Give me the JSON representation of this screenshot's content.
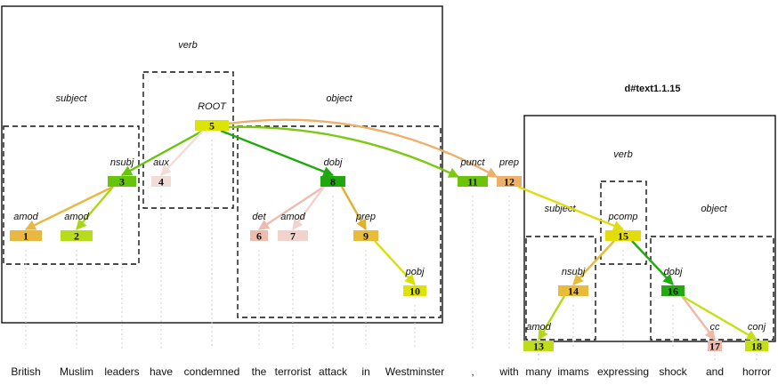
{
  "sentence_title": "d#text1.1.15",
  "words": [
    "British",
    "Muslim",
    "leaders",
    "have",
    "condemned",
    "the",
    "terrorist",
    "attack",
    "in",
    "Westminster",
    ",",
    "with",
    "many",
    "imams",
    "expressing",
    "shock",
    "and",
    "horror"
  ],
  "nodes": [
    {
      "id": 1,
      "label": "1",
      "rel": "amod",
      "color": "#e8b840"
    },
    {
      "id": 2,
      "label": "2",
      "rel": "amod",
      "color": "#b8dc1c"
    },
    {
      "id": 3,
      "label": "3",
      "rel": "nsubj",
      "color": "#66c40a"
    },
    {
      "id": 4,
      "label": "4",
      "rel": "aux",
      "color": "#f2dcd8"
    },
    {
      "id": 5,
      "label": "5",
      "rel": "ROOT",
      "color": "#dce406"
    },
    {
      "id": 6,
      "label": "6",
      "rel": "det",
      "color": "#eebcae"
    },
    {
      "id": 7,
      "label": "7",
      "rel": "amod",
      "color": "#f2d2cc"
    },
    {
      "id": 8,
      "label": "8",
      "rel": "dobj",
      "color": "#1ea80e"
    },
    {
      "id": 9,
      "label": "9",
      "rel": "prep",
      "color": "#e8bc38"
    },
    {
      "id": 10,
      "label": "10",
      "rel": "pobj",
      "color": "#dce406"
    },
    {
      "id": 11,
      "label": "11",
      "rel": "punct",
      "color": "#6cc40a"
    },
    {
      "id": 12,
      "label": "12",
      "rel": "prep",
      "color": "#ecb06a"
    },
    {
      "id": 13,
      "label": "13",
      "rel": "amod",
      "color": "#bedc1a"
    },
    {
      "id": 14,
      "label": "14",
      "rel": "nsubj",
      "color": "#e8bc36"
    },
    {
      "id": 15,
      "label": "15",
      "rel": "pcomp",
      "color": "#e4dc0a"
    },
    {
      "id": 16,
      "label": "16",
      "rel": "dobj",
      "color": "#22aa10"
    },
    {
      "id": 17,
      "label": "17",
      "rel": "cc",
      "color": "#efb8a8"
    },
    {
      "id": 18,
      "label": "18",
      "rel": "conj",
      "color": "#c4e012"
    }
  ],
  "edges": [
    {
      "from": 5,
      "to": 3,
      "color": "#66c40a"
    },
    {
      "from": 5,
      "to": 4,
      "color": "#f2dcd8"
    },
    {
      "from": 5,
      "to": 8,
      "color": "#1ea80e"
    },
    {
      "from": 5,
      "to": 11,
      "color": "#7cc812"
    },
    {
      "from": 5,
      "to": 12,
      "color": "#ecb06a"
    },
    {
      "from": 3,
      "to": 1,
      "color": "#e8b840"
    },
    {
      "from": 3,
      "to": 2,
      "color": "#a8d814"
    },
    {
      "from": 8,
      "to": 6,
      "color": "#eebcae"
    },
    {
      "from": 8,
      "to": 7,
      "color": "#f2d2cc"
    },
    {
      "from": 8,
      "to": 9,
      "color": "#e0b030"
    },
    {
      "from": 9,
      "to": 10,
      "color": "#d6e006"
    },
    {
      "from": 12,
      "to": 15,
      "color": "#e0dc10"
    },
    {
      "from": 15,
      "to": 14,
      "color": "#e8bc36"
    },
    {
      "from": 15,
      "to": 16,
      "color": "#22aa10"
    },
    {
      "from": 14,
      "to": 13,
      "color": "#b4d816"
    },
    {
      "from": 16,
      "to": 17,
      "color": "#efb8a8"
    },
    {
      "from": 16,
      "to": 18,
      "color": "#c4e012"
    }
  ],
  "clause_1": {
    "regions": {
      "verb": "verb",
      "subject": "subject",
      "object": "object"
    }
  },
  "clause_2": {
    "regions": {
      "verb": "verb",
      "subject": "subject",
      "object": "object"
    }
  }
}
